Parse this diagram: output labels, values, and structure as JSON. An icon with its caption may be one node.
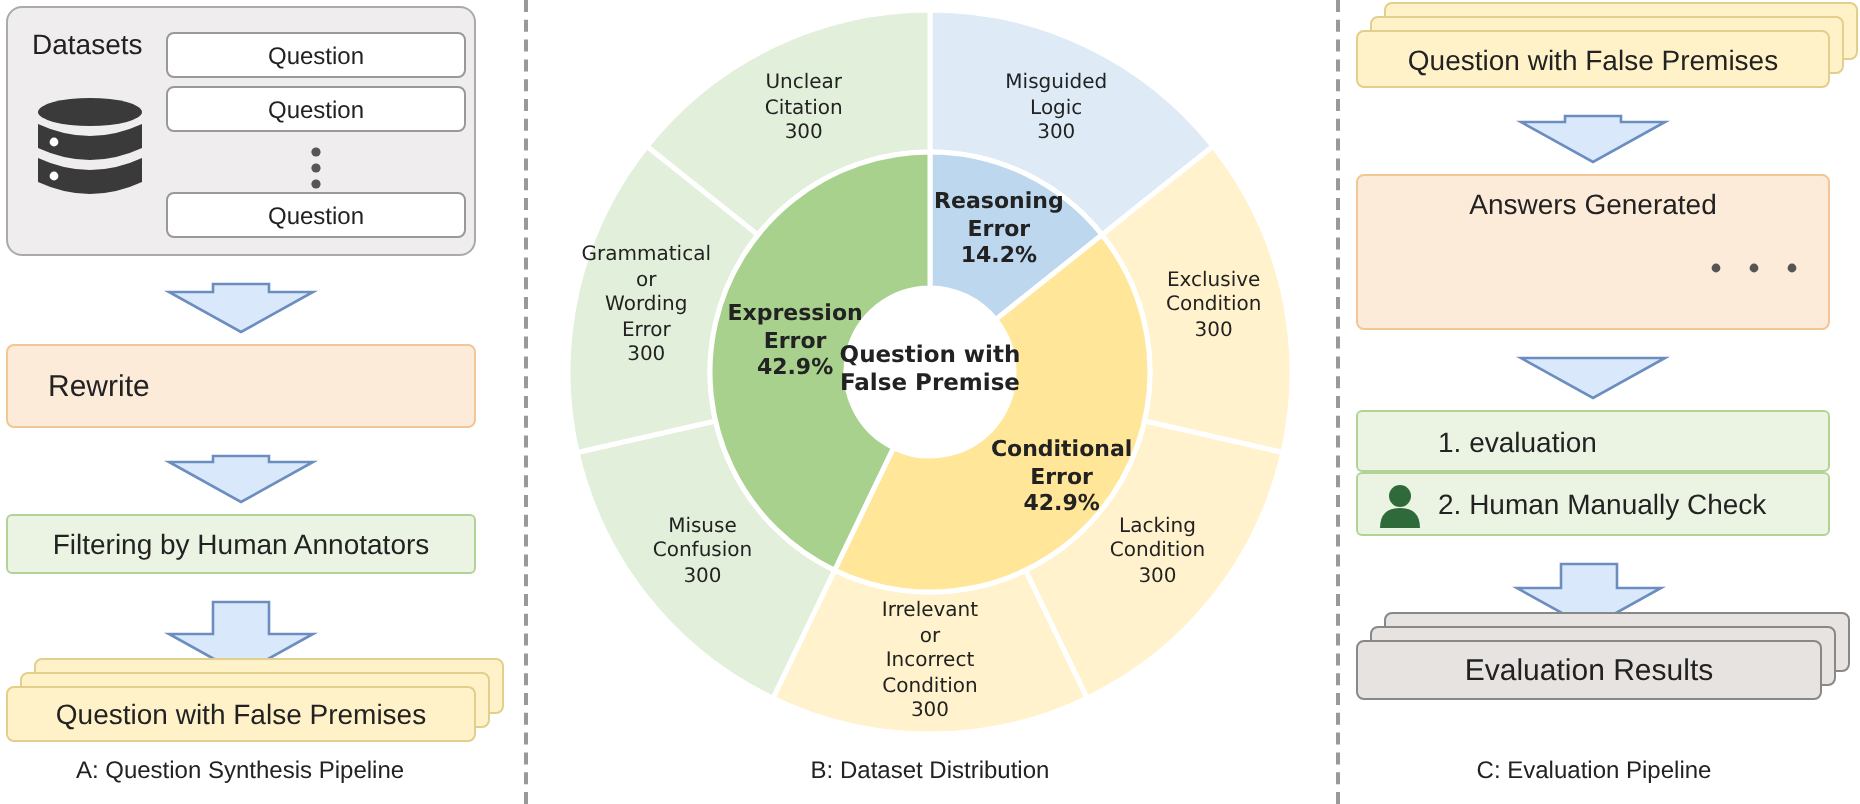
{
  "diagram": {
    "nodes": [
      {
        "text": [
          "Datasets"
        ]
      },
      {
        "text": [
          "Question"
        ],
        "in": 0
      },
      {
        "text": [
          "Question"
        ],
        "in": 0
      },
      {
        "text": [
          "Question"
        ],
        "in": 0
      },
      {
        "text": [
          "Rewrite"
        ]
      },
      {
        "text": [
          "Filtering by Human Annotators"
        ]
      },
      {
        "text": [
          "Question with False Premises"
        ]
      },
      {
        "text": [
          "Question with False Premise"
        ]
      },
      {
        "text": [
          "Reasoning Error 14.2%"
        ]
      },
      {
        "text": [
          "Conditional Error 42.9%"
        ]
      },
      {
        "text": [
          "Expression Error 42.9%"
        ]
      },
      {
        "text": [
          "Misguided Logic 300"
        ]
      },
      {
        "text": [
          "Exclusive Condition 300"
        ]
      },
      {
        "text": [
          "Lacking Condition 300"
        ]
      },
      {
        "text": [
          "Irrelevant or Incorrect Condition 300"
        ]
      },
      {
        "text": [
          "Misuse Confusion 300"
        ]
      },
      {
        "text": [
          "Grammatical or Wording Error 300"
        ]
      },
      {
        "text": [
          "Unclear Citation 300"
        ]
      },
      {
        "text": [
          "Question with False Premises"
        ]
      },
      {
        "text": [
          "Answers Generated"
        ]
      },
      {
        "text": [
          "1. evaluation"
        ]
      },
      {
        "text": [
          "2. Human Manually Check"
        ]
      },
      {
        "text": [
          "Evaluation Results"
        ]
      }
    ],
    "edges": [
      {
        "from": 0,
        "to": 4,
        "arrow": "to"
      },
      {
        "from": 4,
        "to": 5,
        "arrow": "to"
      },
      {
        "from": 5,
        "to": 6,
        "arrow": "to"
      },
      {
        "from": 18,
        "to": 19,
        "arrow": "to"
      },
      {
        "from": 19,
        "to": 20,
        "arrow": "to"
      },
      {
        "from": 21,
        "to": 22,
        "arrow": "to"
      }
    ],
    "labels": [
      "A: Question Synthesis Pipeline",
      "B: Dataset Distribution",
      "C: Evaluation Pipeline"
    ]
  }
}
